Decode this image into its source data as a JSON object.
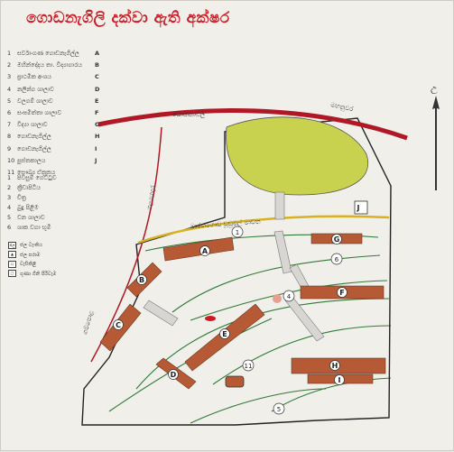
{
  "title": "ගොඩනැගිලි දක්වා ඇති අක්ෂර",
  "legend_buildings": [
    {
      "num": "1",
      "label": "සර්වාංගණ ගොඩනැගිල්ල",
      "key": "A"
    },
    {
      "num": "2",
      "label": "මහින්දෝදය තා. විද්‍යාගාරය",
      "key": "B"
    },
    {
      "num": "3",
      "label": "ප්‍රාථමික අංශය",
      "key": "C"
    },
    {
      "num": "4",
      "label": "නලින්ග ශාලාව",
      "key": "D"
    },
    {
      "num": "5",
      "label": "වලගම් ශාලාව",
      "key": "E"
    },
    {
      "num": "6",
      "label": "සංඝමිත්තා ශාලාව",
      "key": "F"
    },
    {
      "num": "7",
      "label": "විද්‍යා ශාලාව",
      "key": "G"
    },
    {
      "num": "8",
      "label": "ගොඩනැගිල්ල",
      "key": "H"
    },
    {
      "num": "9",
      "label": "ගොඩනැගිල්ල",
      "key": "I"
    },
    {
      "num": "10",
      "label": "පුස්තකාලය",
      "key": "J"
    },
    {
      "num": "11",
      "label": "සෞඛ්‍ය ඒකකය",
      "key": ""
    }
  ],
  "legend_places": [
    {
      "num": "1",
      "label": "පිවිසුම් ගේට්ටුව"
    },
    {
      "num": "2",
      "label": "ක්‍රීඩාපිටිය"
    },
    {
      "num": "3",
      "label": "චිත්‍ර"
    },
    {
      "num": "4",
      "label": "බුදු පිළිම"
    },
    {
      "num": "5",
      "label": "වන ශාලාව"
    },
    {
      "num": "6",
      "label": "ශාක වගා භූමි"
    }
  ],
  "legend_symbols": [
    {
      "sym": "ජල",
      "label": "ජල ටැංකිය"
    },
    {
      "sym": "▲",
      "label": "ජල පරාම"
    },
    {
      "sym": "☐",
      "label": "වැසිකිළි"
    },
    {
      "sym": "□",
      "label": "ගුණා ගිනි පිරිවැම"
    }
  ],
  "roads": {
    "main_road": "බොක්කාවල",
    "kandy": "මහනුවර",
    "north_left": "ගලගෙදර",
    "south_left": "ගම්පොළ",
    "yellow_road": "මාරතගොඩ ඩූඩුමල් මාවත"
  },
  "buildings": [
    "A",
    "B",
    "C",
    "D",
    "E",
    "F",
    "G",
    "H",
    "I",
    "J"
  ],
  "places_on_map": [
    "1",
    "4",
    "5",
    "6",
    "11"
  ],
  "north_symbol": "උ",
  "colors": {
    "title": "#c8202a",
    "road_red": "#b01826",
    "road_yellow": "#d8b21e",
    "field": "#c9d24f",
    "building": "#b55a34",
    "contour": "#2e7a36"
  }
}
